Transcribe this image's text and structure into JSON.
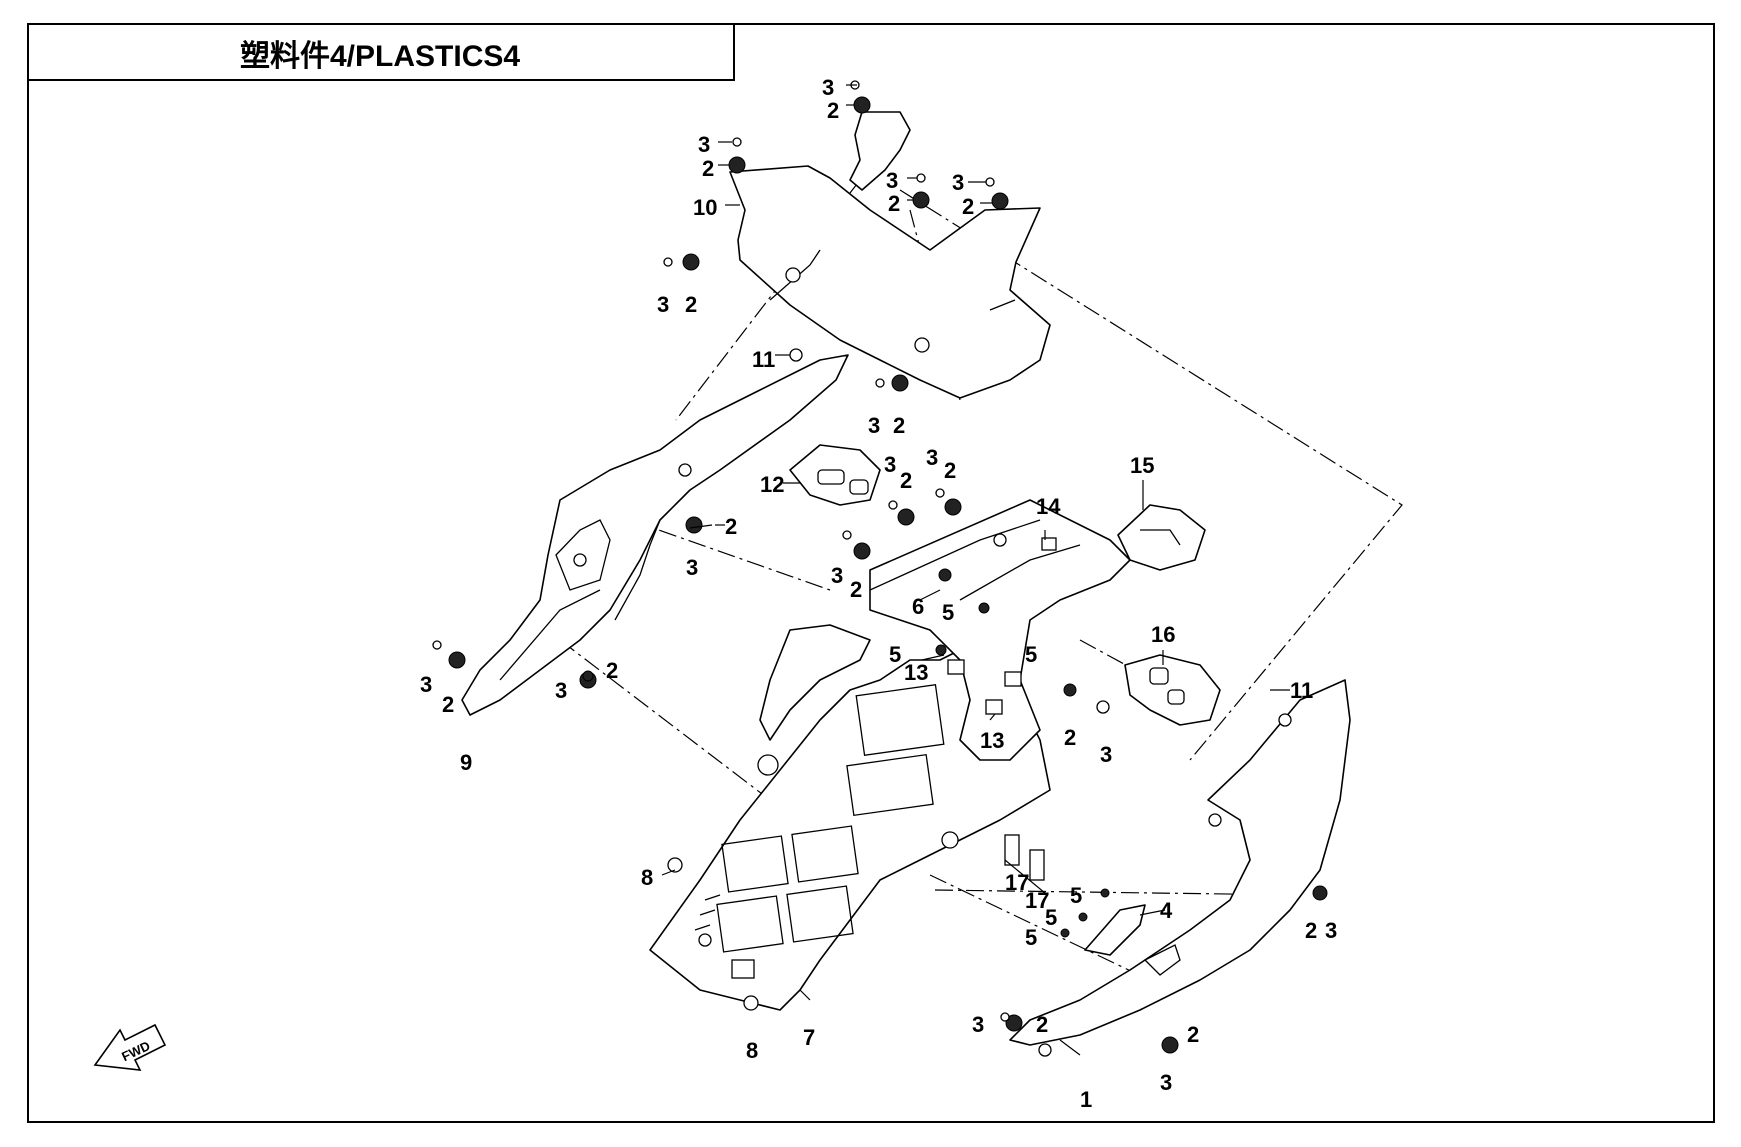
{
  "title": "塑料件4/PLASTICS4",
  "fwd_label": "FWD",
  "callouts": [
    {
      "id": "c3-top1",
      "text": "3"
    },
    {
      "id": "c2-top1",
      "text": "2"
    },
    {
      "id": "c3-top2",
      "text": "3"
    },
    {
      "id": "c2-top2",
      "text": "2"
    },
    {
      "id": "c10",
      "text": "10"
    },
    {
      "id": "c3-top3",
      "text": "3"
    },
    {
      "id": "c2-top3",
      "text": "2"
    },
    {
      "id": "c3-top4",
      "text": "3"
    },
    {
      "id": "c2-top4",
      "text": "2"
    },
    {
      "id": "c3-left1",
      "text": "3"
    },
    {
      "id": "c2-left1",
      "text": "2"
    },
    {
      "id": "c11-a",
      "text": "11"
    },
    {
      "id": "c3-mid1",
      "text": "3"
    },
    {
      "id": "c2-mid1",
      "text": "2"
    },
    {
      "id": "c12",
      "text": "12"
    },
    {
      "id": "c3-mid2",
      "text": "3"
    },
    {
      "id": "c2-mid2",
      "text": "2"
    },
    {
      "id": "c3-mid3",
      "text": "3"
    },
    {
      "id": "c2-mid3",
      "text": "2"
    },
    {
      "id": "c14",
      "text": "14"
    },
    {
      "id": "c15",
      "text": "15"
    },
    {
      "id": "c2-mid4",
      "text": "2"
    },
    {
      "id": "c3-mid4",
      "text": "3"
    },
    {
      "id": "c3-mid5",
      "text": "3"
    },
    {
      "id": "c2-mid5",
      "text": "2"
    },
    {
      "id": "c6",
      "text": "6"
    },
    {
      "id": "c5-a",
      "text": "5"
    },
    {
      "id": "c5-b",
      "text": "5"
    },
    {
      "id": "c5-c",
      "text": "5"
    },
    {
      "id": "c13-a",
      "text": "13"
    },
    {
      "id": "c16",
      "text": "16"
    },
    {
      "id": "c3-left2",
      "text": "3"
    },
    {
      "id": "c2-left2",
      "text": "2"
    },
    {
      "id": "c3-left3",
      "text": "3"
    },
    {
      "id": "c2-left3",
      "text": "2"
    },
    {
      "id": "c9",
      "text": "9"
    },
    {
      "id": "c13-b",
      "text": "13"
    },
    {
      "id": "c2-mid6",
      "text": "2"
    },
    {
      "id": "c3-mid6",
      "text": "3"
    },
    {
      "id": "c11-b",
      "text": "11"
    },
    {
      "id": "c8-a",
      "text": "8"
    },
    {
      "id": "c17-a",
      "text": "17"
    },
    {
      "id": "c17-b",
      "text": "17"
    },
    {
      "id": "c5-d",
      "text": "5"
    },
    {
      "id": "c5-e",
      "text": "5"
    },
    {
      "id": "c5-f",
      "text": "5"
    },
    {
      "id": "c4",
      "text": "4"
    },
    {
      "id": "c2-right1",
      "text": "2"
    },
    {
      "id": "c3-right1",
      "text": "3"
    },
    {
      "id": "c8-b",
      "text": "8"
    },
    {
      "id": "c7",
      "text": "7"
    },
    {
      "id": "c3-bot1",
      "text": "3"
    },
    {
      "id": "c2-bot1",
      "text": "2"
    },
    {
      "id": "c2-bot2",
      "text": "2"
    },
    {
      "id": "c3-bot2",
      "text": "3"
    },
    {
      "id": "c1",
      "text": "1"
    }
  ]
}
